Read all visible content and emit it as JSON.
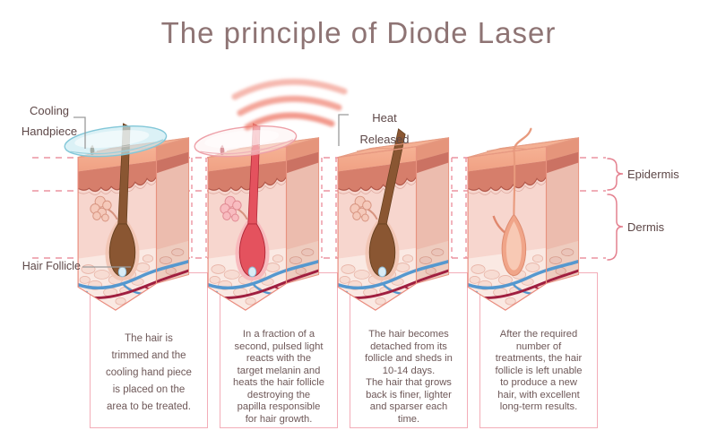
{
  "title": "The principle of Diode Laser",
  "labels": {
    "cooling_handpiece": "Cooling\nHandpiece",
    "heat_released": "Heat\nReleased",
    "hair_follicle": "Hair Follicle",
    "epidermis": "Epidermis",
    "dermis": "Dermis"
  },
  "panels": [
    {
      "name": "cooling",
      "caption": "The hair is\ntrimmed and the\ncooling hand piece\nis placed on the\narea to be treated."
    },
    {
      "name": "pulse",
      "caption": "In a fraction of a\nsecond, pulsed light\nreacts with the\ntarget melanin and\nheats the hair follicle\ndestroying the\npapilla responsible\nfor hair growth."
    },
    {
      "name": "shedding",
      "caption": "The hair becomes\ndetached from its\nfollicle and sheds in\n10-14 days.\nThe hair that grows\nback is finer, lighter\nand sparser each\ntime."
    },
    {
      "name": "result",
      "caption": "After the required\nnumber of\ntreatments, the hair\nfollicle is left unable\nto produce a new\nhair, with excellent\nlong-term results."
    }
  ],
  "icons": [
    "cooling-handpiece-icon",
    "laser-handpiece-icon",
    "heat-waves-icon",
    "hair-follicle-icon",
    "epidermis-brace-icon",
    "dermis-brace-icon"
  ],
  "colors": {
    "title_text": "#8e7474",
    "label_text": "#5d4747",
    "caption_text": "#6e5858",
    "box_border": "#f3adb8",
    "dashed_line": "#ec94a1",
    "brace": "#e4808f",
    "connector": "#9a9a9a",
    "skin_top": "#f4b093",
    "skin_surface": "#f1a585",
    "epidermis_deep": "#d67e6b",
    "dermis_pink": "#f7d6ce",
    "hypodermis": "#fae9e3",
    "fat_cell": "#f7dcd3",
    "follicle_brown": "#8a5632",
    "follicle_red": "#e4525e",
    "follicle_empty": "#f0a589",
    "vessel_blue": "#5598cf",
    "vessel_red": "#a01f40",
    "handpiece_cool": "#82c7d8",
    "handpiece_laser": "#eda0a8",
    "heat_wave": "#ef8070"
  }
}
